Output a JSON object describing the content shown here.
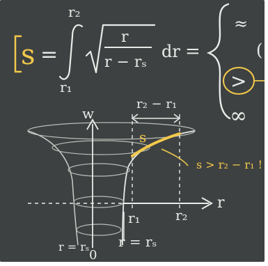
{
  "colors": {
    "board": "#3f4242",
    "chalk": "#e8ece8",
    "highlight": "#f2c94c"
  },
  "equation": {
    "lhs": "s",
    "equals": "=",
    "upper_limit": "r₂",
    "lower_limit": "r₁",
    "numerator": "r",
    "denominator": "r − rₛ",
    "differential": "dr",
    "equals2": "=",
    "case_approx": "≈",
    "case_paren": "(",
    "case_greater": ">",
    "case_infinity": "∞"
  },
  "diagram": {
    "axis_w": "w",
    "axis_r": "r",
    "bracket_label": "r₂ − r₁",
    "curve_label": "s",
    "tick_r1": "r₁",
    "tick_r2": "r₂",
    "inequality": "s > r₂ − r₁ !",
    "label_r_eq_rs_left": "r = rₛ",
    "label_r_eq_rs_mid": "r = rₛ",
    "label_zero": "0"
  }
}
